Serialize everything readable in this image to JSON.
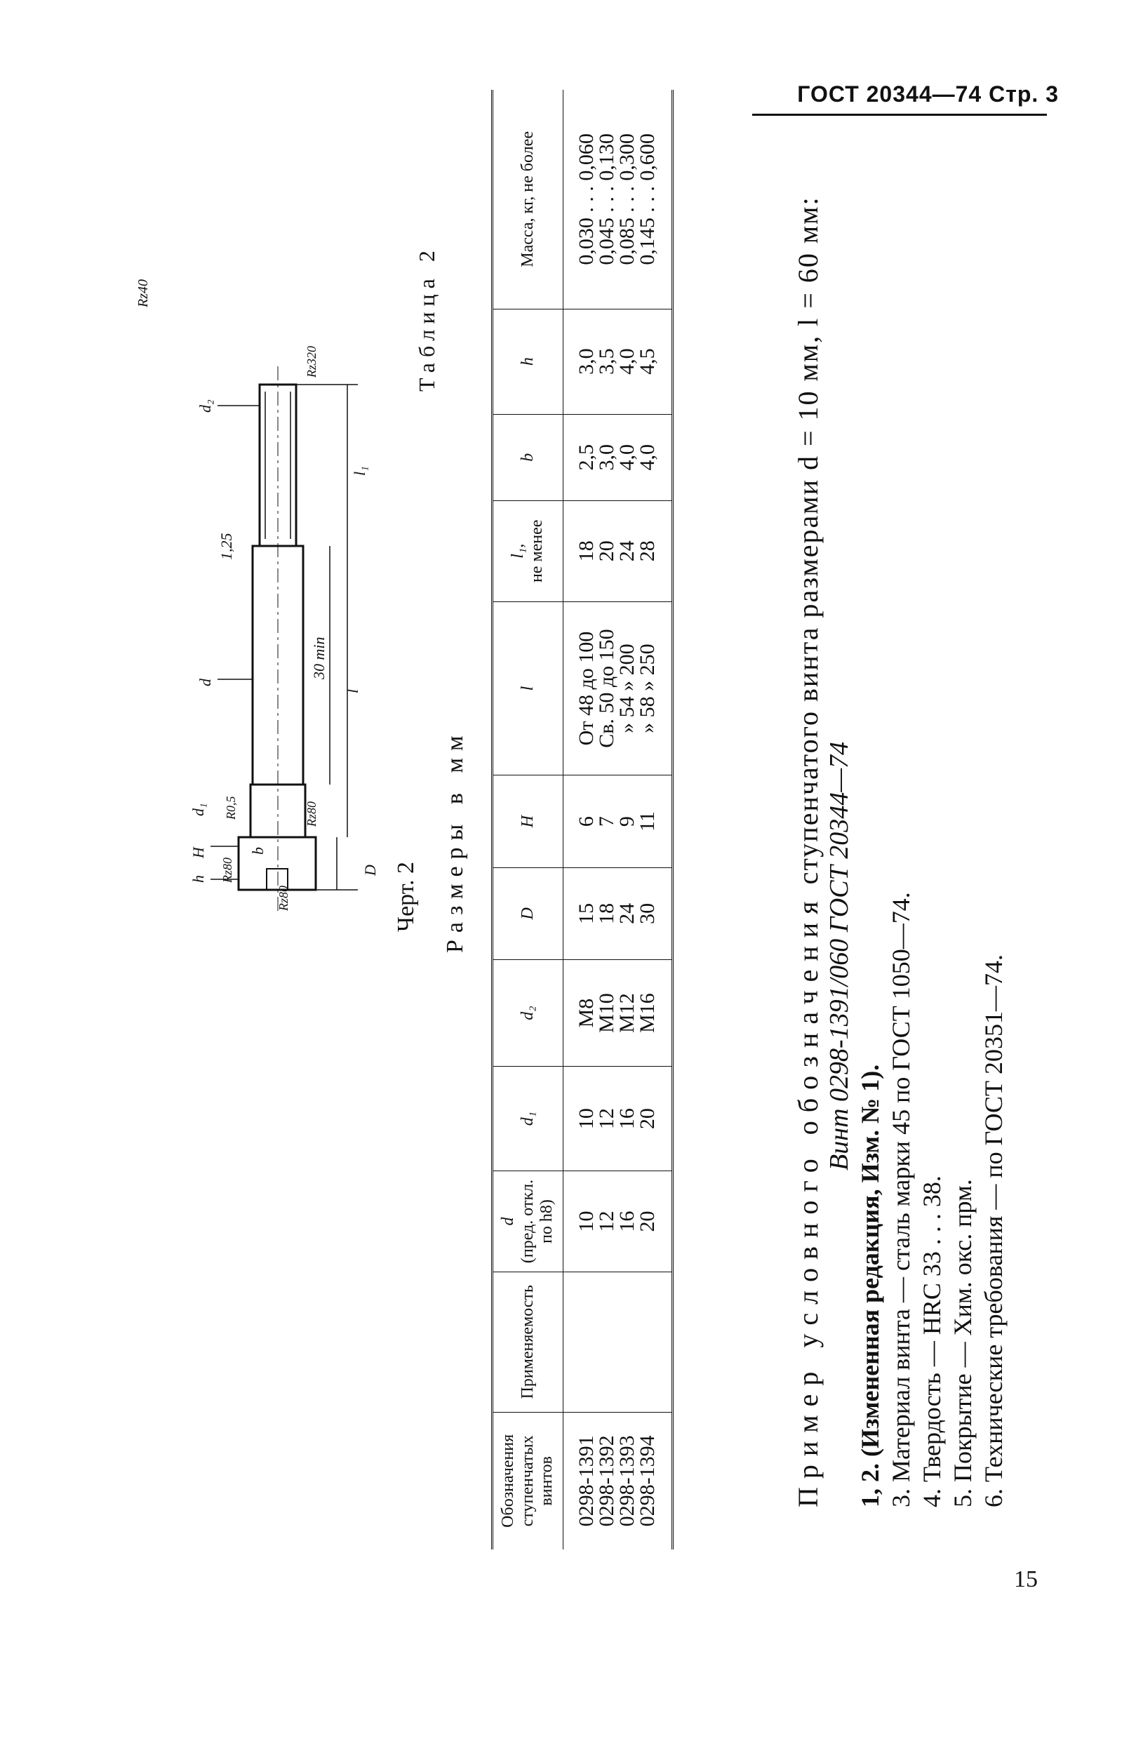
{
  "header": {
    "title": "ГОСТ 20344—74 Стр. 3"
  },
  "page_number": "15",
  "drawing": {
    "caption": "Черт. 2",
    "labels": {
      "D": "D",
      "d1": "d₁",
      "d": "d",
      "d2": "d₂",
      "b": "b",
      "h": "h",
      "H": "H",
      "l": "l",
      "l1": "l₁",
      "len30": "30 min",
      "chamfer": "1,25",
      "rz40": "Rz40",
      "rz80a": "Rz80",
      "rz80b": "Rz80",
      "rz80c": "Rz80",
      "rz320": "Rz320",
      "r05": "R0,5"
    }
  },
  "sizes_caption": "Размеры в мм",
  "table": {
    "title": "Таблица 2",
    "headers": {
      "designation": "Обозначения ступенчатых винтов",
      "application": "Применяемость",
      "d_main": "d",
      "d_sub": "(пред. откл. по h8)",
      "d1": "d₁",
      "d2": "d₂",
      "D": "D",
      "H": "H",
      "l": "l",
      "l1_main": "l₁,",
      "l1_sub": "не менее",
      "b": "b",
      "h": "h",
      "mass": "Масса, кг, не более"
    },
    "rows": [
      {
        "designation": "0298-1391",
        "application": "",
        "d": "10",
        "d1": "10",
        "d2": "M8",
        "D": "15",
        "H": "6",
        "l": "От 48 до 100",
        "l1": "18",
        "b": "2,5",
        "h": "3,0",
        "mass": "0,030 . . . 0,060"
      },
      {
        "designation": "0298-1392",
        "application": "",
        "d": "12",
        "d1": "12",
        "d2": "M10",
        "D": "18",
        "H": "7",
        "l": "Св. 50 до 150",
        "l1": "20",
        "b": "3,0",
        "h": "3,5",
        "mass": "0,045 . . . 0,130"
      },
      {
        "designation": "0298-1393",
        "application": "",
        "d": "16",
        "d1": "16",
        "d2": "M12",
        "D": "24",
        "H": "9",
        "l": "» 54 » 200",
        "l1": "24",
        "b": "4,0",
        "h": "4,0",
        "mass": "0,085 . . . 0,300"
      },
      {
        "designation": "0298-1394",
        "application": "",
        "d": "20",
        "d1": "20",
        "d2": "M16",
        "D": "30",
        "H": "11",
        "l": "» 58 » 250",
        "l1": "28",
        "b": "4,0",
        "h": "4,5",
        "mass": "0,145 . . . 0,600"
      }
    ]
  },
  "notes": {
    "example_lead": "Пример условного обозначения",
    "example_rest": " ступенчатого винта размерами d = 10 мм, l = 60 мм:",
    "example_code": "Винт 0298-1391/060 ГОСТ 20344—74",
    "lines": [
      "1, 2. (Измененная редакция, Изм. № 1).",
      "3. Материал винта — сталь марки 45 по ГОСТ 1050—74.",
      "4. Твердость — HRC 33 . . . 38.",
      "5. Покрытие — Хим. окс. прм.",
      "6. Технические требования — по ГОСТ 20351—74."
    ]
  }
}
